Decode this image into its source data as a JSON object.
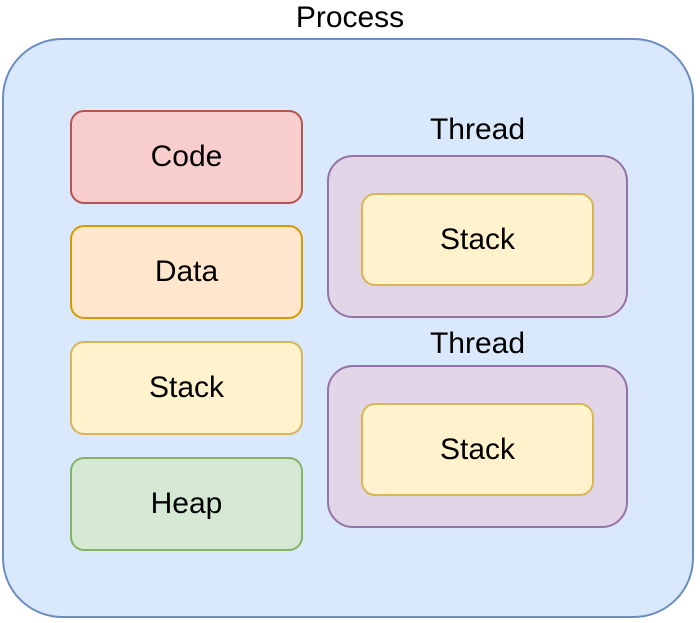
{
  "diagram": {
    "title": "Process",
    "process": {
      "fill": "#dae8fc",
      "stroke": "#6c8ebf",
      "segments": [
        {
          "id": "code",
          "label": "Code",
          "fill": "#f8cecc",
          "stroke": "#b85450"
        },
        {
          "id": "data",
          "label": "Data",
          "fill": "#ffe6cc",
          "stroke": "#d79b00"
        },
        {
          "id": "stack",
          "label": "Stack",
          "fill": "#fff2cc",
          "stroke": "#d6b656"
        },
        {
          "id": "heap",
          "label": "Heap",
          "fill": "#d5e8d4",
          "stroke": "#82b366"
        }
      ],
      "threads": [
        {
          "label": "Thread",
          "fill": "#e1d5e7",
          "stroke": "#9673a6",
          "stack": {
            "label": "Stack",
            "fill": "#fff2cc",
            "stroke": "#d6b656"
          }
        },
        {
          "label": "Thread",
          "fill": "#e1d5e7",
          "stroke": "#9673a6",
          "stack": {
            "label": "Stack",
            "fill": "#fff2cc",
            "stroke": "#d6b656"
          }
        }
      ]
    }
  }
}
